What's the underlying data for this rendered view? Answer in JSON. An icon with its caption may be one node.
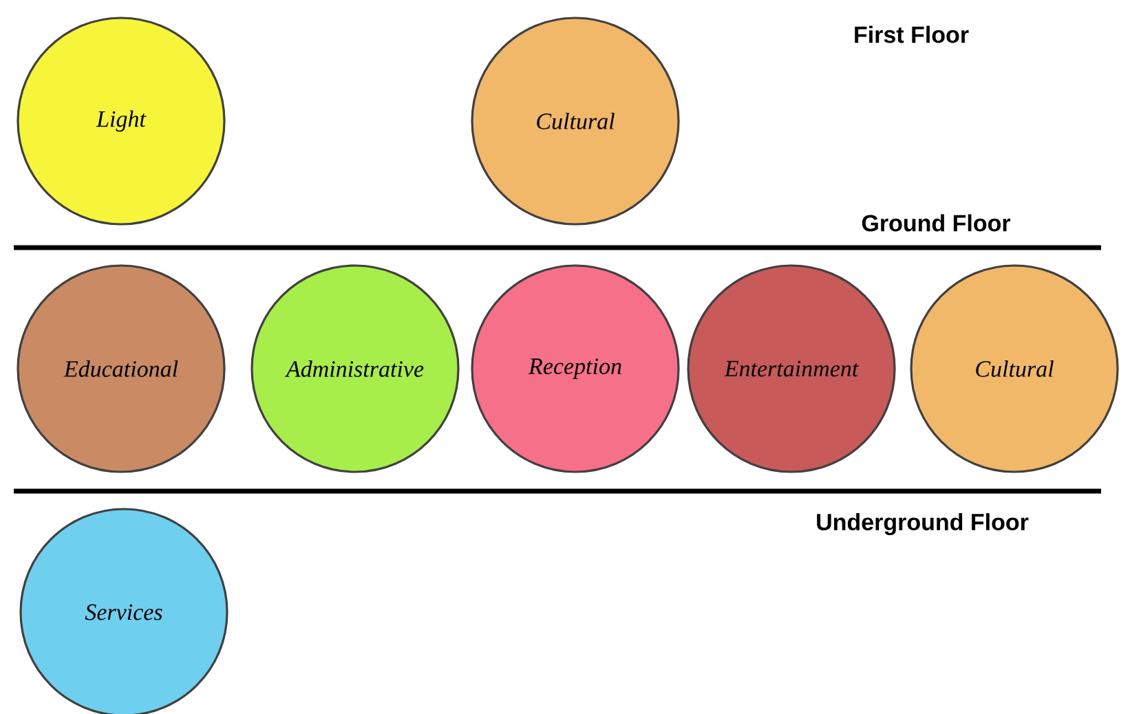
{
  "diagram": {
    "nodes": [
      {
        "text": [
          "Light"
        ]
      },
      {
        "text": [
          "Cultural"
        ]
      },
      {
        "text": [
          "Educational"
        ]
      },
      {
        "text": [
          "Administrative"
        ]
      },
      {
        "text": [
          "Reception"
        ]
      },
      {
        "text": [
          "Entertainment"
        ]
      },
      {
        "text": [
          "Cultural"
        ]
      },
      {
        "text": [
          "Services"
        ]
      }
    ],
    "labels": [
      "First Floor",
      "Ground Floor",
      "Underground Floor"
    ]
  }
}
